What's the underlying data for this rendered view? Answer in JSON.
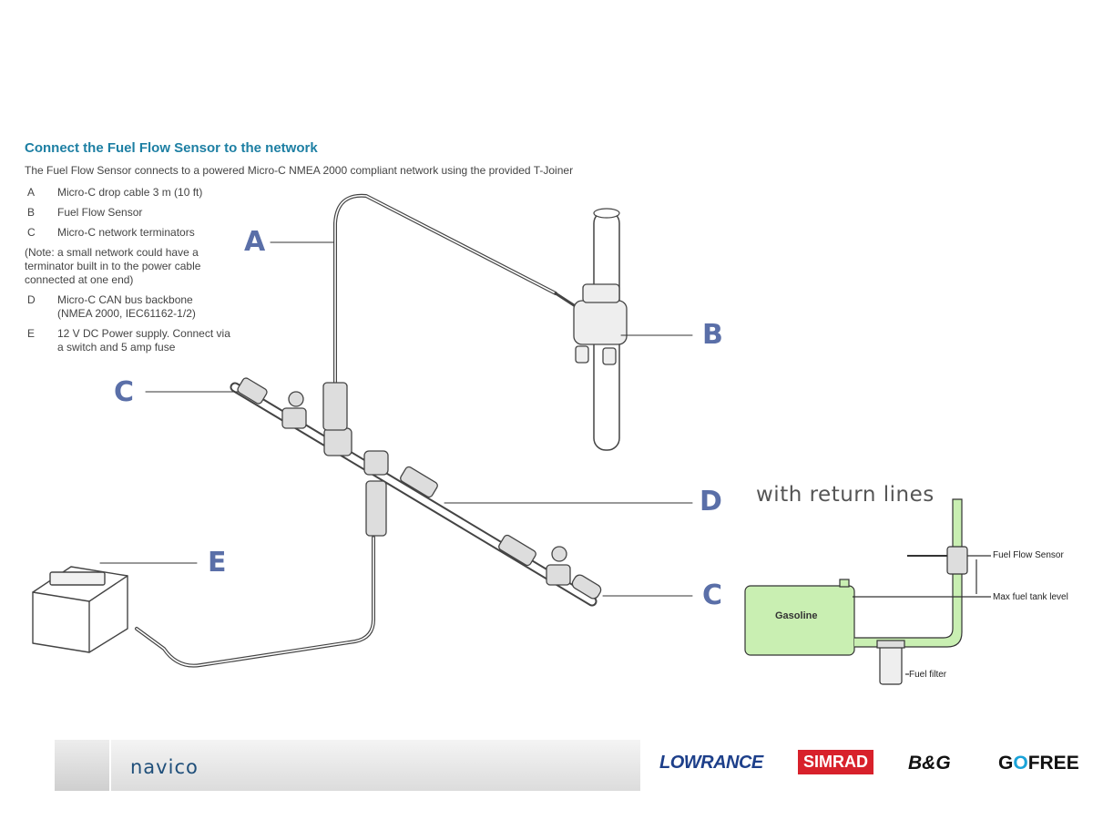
{
  "header": {
    "title": "Connect the Fuel Flow Sensor to the network",
    "subtitle": "The Fuel Flow Sensor connects to a powered Micro-C NMEA 2000 compliant network using the provided T-Joiner"
  },
  "legend": {
    "items": [
      {
        "key": "A",
        "text": "Micro-C drop cable 3 m (10 ft)"
      },
      {
        "key": "B",
        "text": "Fuel Flow Sensor"
      },
      {
        "key": "C",
        "text": "Micro-C network terminators"
      }
    ],
    "note": "(Note: a small network could have a\nterminator built in to the power cable\nconnected at one end)",
    "items2": [
      {
        "key": "D",
        "text": "Micro-C CAN bus backbone\n(NMEA 2000, IEC61162-1/2)"
      },
      {
        "key": "E",
        "text": "12 V DC Power supply.  Connect via\na switch and 5 amp fuse"
      }
    ]
  },
  "callouts": {
    "a": "A",
    "b": "B",
    "c1": "C",
    "c2": "C",
    "d": "D",
    "e": "E"
  },
  "inset": {
    "heading": "with return lines",
    "fuel_flow_sensor": "Fuel Flow Sensor",
    "max_level": "Max fuel tank level",
    "gasoline": "Gasoline",
    "fuel_filter": "Fuel filter"
  },
  "footer": {
    "navico": "navico",
    "lowrance": "LOWRANCE",
    "simrad": "SIMRAD",
    "bg": "B&G",
    "gofree_g": "G",
    "gofree_o": "O",
    "gofree_rest": "FREE"
  },
  "colors": {
    "title": "#1d7fa3",
    "callout": "#5a6fa8",
    "fuel_green": "#c9efb2",
    "simrad_red": "#d8212b",
    "lowrance_blue": "#1d3f8a"
  }
}
